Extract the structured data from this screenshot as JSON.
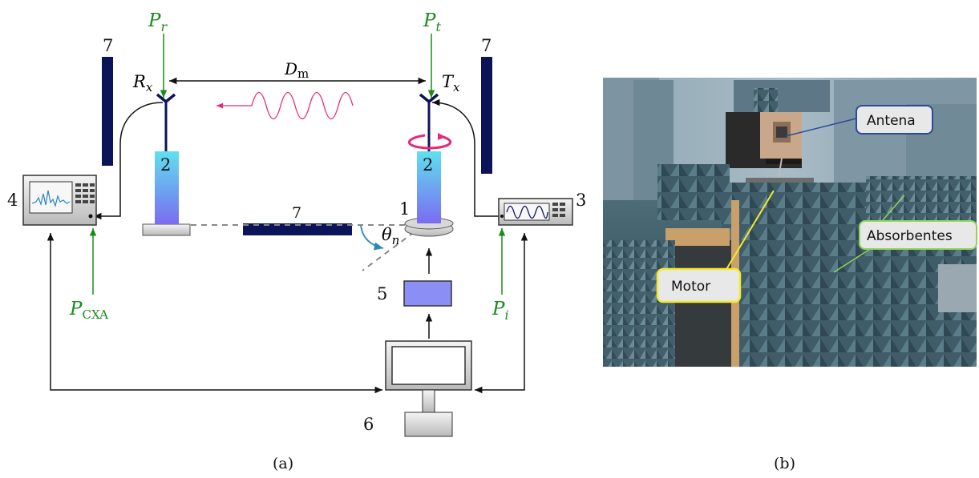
{
  "panel_a": {
    "caption": "(a)",
    "labels": {
      "p_r": "P",
      "p_r_sub": "r",
      "p_t": "P",
      "p_t_sub": "t",
      "p_cxa": "P",
      "p_cxa_sub": "CXA",
      "p_i": "P",
      "p_i_sub": "i",
      "r_x": "R",
      "r_x_sub": "x",
      "t_x": "T",
      "t_x_sub": "x",
      "d_m": "D",
      "d_m_sub": "m",
      "theta_n": "θ",
      "theta_n_sub": "n"
    },
    "numbers": {
      "one": "1",
      "two_left": "2",
      "two_right": "2",
      "three": "3",
      "four": "4",
      "five": "5",
      "six": "6",
      "seven_left": "7",
      "seven_right": "7",
      "seven_mid": "7"
    }
  },
  "panel_b": {
    "caption": "(b)",
    "labels": {
      "antena": "Antena",
      "absorbentes": "Absorbentes",
      "motor": "Motor"
    }
  },
  "colors": {
    "navy": "#0b1459",
    "green": "#1a8a1a",
    "pink": "#e8287a",
    "teal": "#2b86b8",
    "blue_box": "#8b8ff5"
  }
}
